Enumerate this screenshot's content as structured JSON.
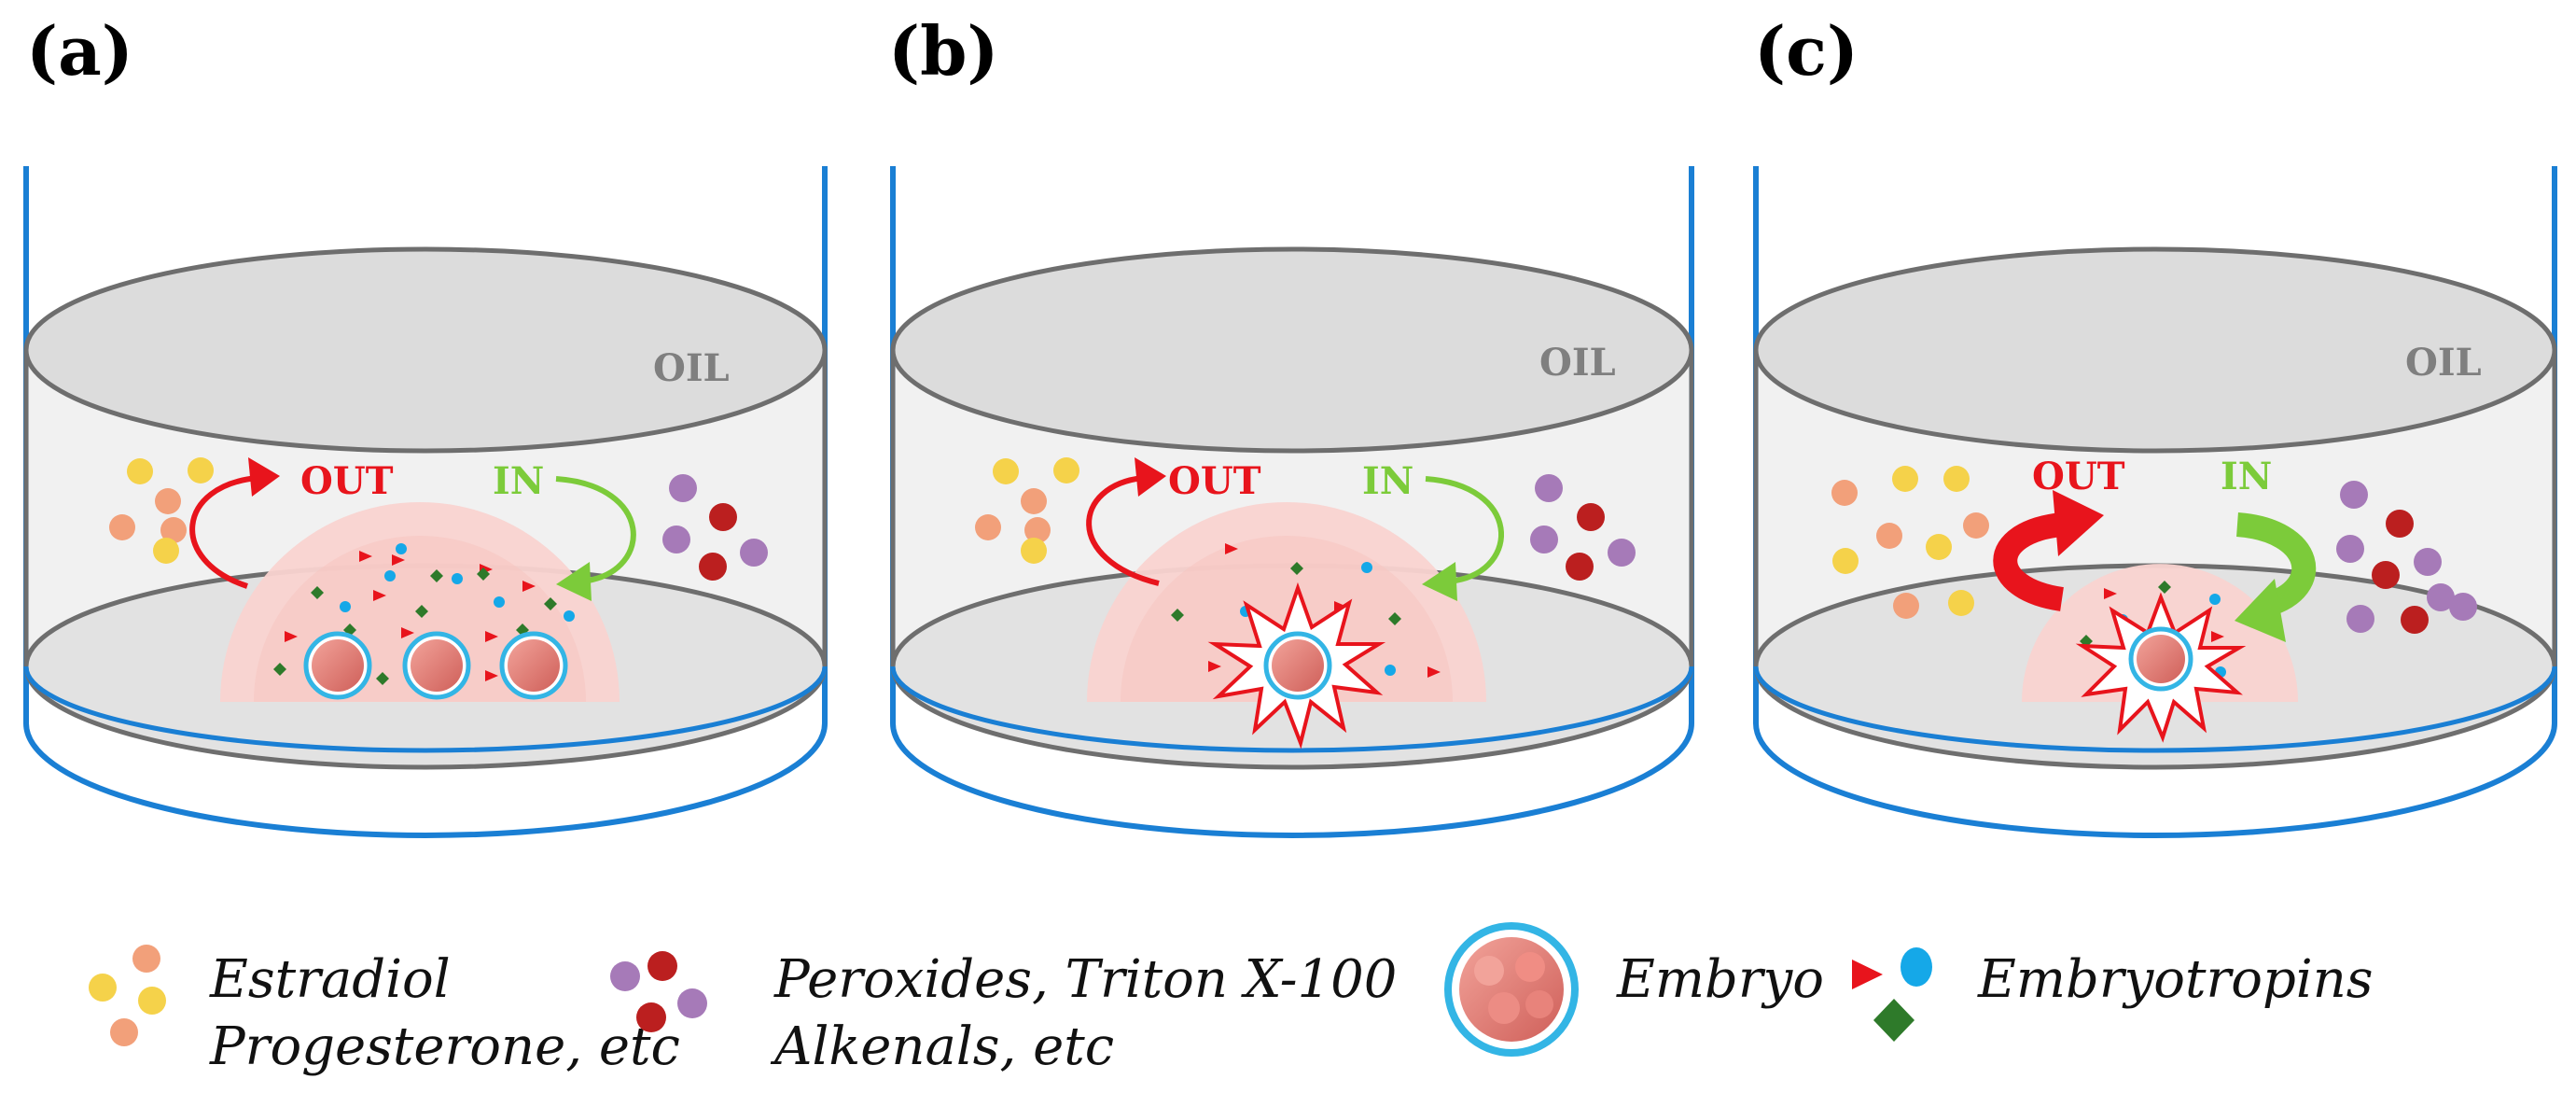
{
  "panels": [
    {
      "label": "(a)",
      "oil_label": "OIL",
      "out_label": "OUT",
      "in_label": "IN"
    },
    {
      "label": "(b)",
      "oil_label": "OIL",
      "out_label": "OUT",
      "in_label": "IN"
    },
    {
      "label": "(c)",
      "oil_label": "OIL",
      "out_label": "OUT",
      "in_label": "IN"
    }
  ],
  "legend": {
    "hormones": {
      "line1": "Estradiol",
      "line2": "Progesterone, etc"
    },
    "toxins": {
      "line1": "Peroxides, Triton X-100",
      "line2": "Alkenals, etc"
    },
    "embryo": "Embryo",
    "embryotropins": "Embryotropins"
  },
  "colors": {
    "dish_outline": "#1a7fd4",
    "oil_outline": "#6e6e6e",
    "drop_fill": "#f9d3d0",
    "out_arrow": "#e8141c",
    "in_arrow": "#7ccb3a",
    "estradiol": "#f5d24a",
    "progesterone": "#f2a07a",
    "peroxide": "#bb1f1f",
    "alkenal": "#a67ab8",
    "embryotropin_red": "#e8141c",
    "embryotropin_blue": "#15a8e8",
    "embryotropin_green": "#2e7a2a"
  }
}
